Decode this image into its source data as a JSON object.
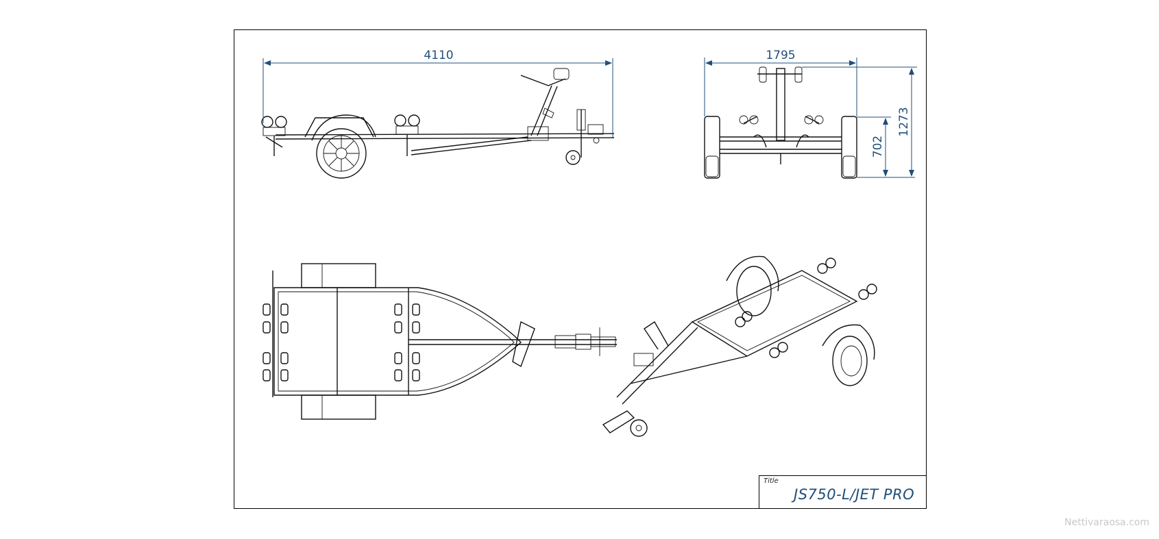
{
  "dimensions": {
    "length": "4110",
    "width": "1795",
    "height_total": "1273",
    "height_bed": "702"
  },
  "title_block": {
    "label": "Title",
    "value": "JS750-L/JET PRO"
  },
  "watermark": "Nettivaraosa.com",
  "colors": {
    "dimension": "#1f4e79",
    "linework": "#111111",
    "border": "#000000"
  }
}
